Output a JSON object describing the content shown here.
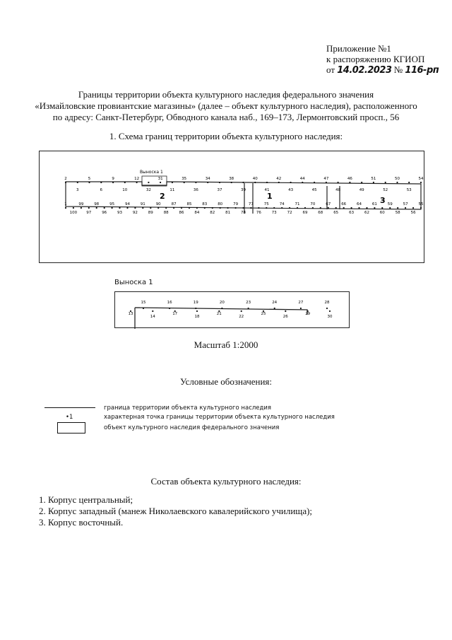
{
  "appendix": {
    "line1": "Приложение №1",
    "line2": "к распоряжению КГИОП",
    "date_prefix": "от",
    "date_value": "14.02.2023",
    "number_prefix": "№",
    "number_value": "116-рп"
  },
  "title": {
    "line1": "Границы территории объекта культурного наследия федерального значения",
    "line2": "«Измайловские провиантские магазины» (далее – объект культурного наследия), расположенного",
    "line3": "по адресу: Санкт-Петербург, Обводного канала наб., 169–173, Лермонтовский просп., 56"
  },
  "section1": "1.  Схема границ территории объекта культурного наследия:",
  "scheme": {
    "callout_label": "Выноска 1",
    "building_labels": [
      "2",
      "1",
      "3"
    ],
    "top_points": [
      "2",
      "3",
      "5",
      "6",
      "9",
      "10",
      "12",
      "32",
      "31",
      "11",
      "35",
      "36",
      "34",
      "37",
      "38",
      "39",
      "40",
      "41",
      "42",
      "43",
      "44",
      "45",
      "47",
      "48",
      "46",
      "49",
      "51",
      "52",
      "50",
      "53",
      "54"
    ],
    "bottom_points": [
      "1",
      "100",
      "99",
      "97",
      "98",
      "96",
      "95",
      "93",
      "94",
      "92",
      "91",
      "89",
      "90",
      "88",
      "87",
      "86",
      "85",
      "84",
      "83",
      "82",
      "80",
      "81",
      "79",
      "78",
      "77",
      "76",
      "75",
      "73",
      "74",
      "72",
      "71",
      "69",
      "70",
      "68",
      "67",
      "65",
      "66",
      "63",
      "64",
      "62",
      "61",
      "60",
      "59",
      "58",
      "57",
      "56",
      "55"
    ]
  },
  "callout": {
    "title": "Выноска 1",
    "points_top": [
      "15",
      "16",
      "19",
      "20",
      "23",
      "24",
      "27",
      "28"
    ],
    "points_bottom": [
      "13",
      "14",
      "17",
      "18",
      "21",
      "22",
      "25",
      "26",
      "29",
      "30"
    ]
  },
  "scale": "Масштаб 1:2000",
  "legend": {
    "title": "Условные обозначения:",
    "items": [
      {
        "symbol": "line",
        "label": "граница территории объекта культурного наследия"
      },
      {
        "symbol": "point",
        "symbol_text": "•1",
        "label": "характерная точка границы территории объекта культурного наследия"
      },
      {
        "symbol": "rect",
        "label": "объект культурного наследия  федерального значения"
      }
    ]
  },
  "composition": {
    "title": "Состав объекта культурного наследия:",
    "items": [
      "1. Корпус центральный;",
      "2. Корпус западный (манеж Николаевского кавалерийского училища);",
      "3. Корпус восточный."
    ]
  }
}
